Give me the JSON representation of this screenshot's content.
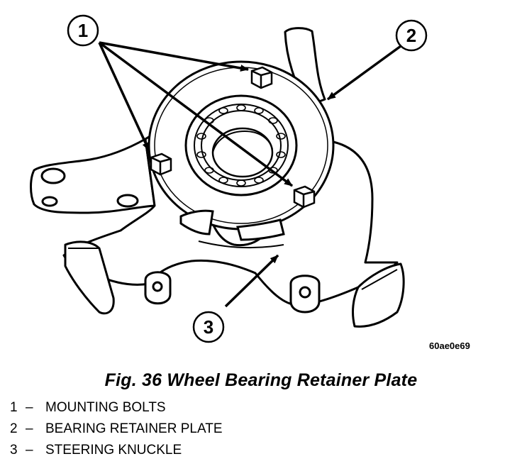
{
  "figure": {
    "image_code": "60ae0e69",
    "caption": "Fig. 36 Wheel Bearing Retainer Plate"
  },
  "callouts": [
    {
      "number": "1"
    },
    {
      "number": "2"
    },
    {
      "number": "3"
    }
  ],
  "legend": [
    {
      "number": "1",
      "separator": "–",
      "label": "MOUNTING BOLTS"
    },
    {
      "number": "2",
      "separator": "–",
      "label": "BEARING RETAINER PLATE"
    },
    {
      "number": "3",
      "separator": "–",
      "label": "STEERING KNUCKLE"
    }
  ],
  "colors": {
    "ink": "#000000",
    "paper": "#ffffff"
  }
}
